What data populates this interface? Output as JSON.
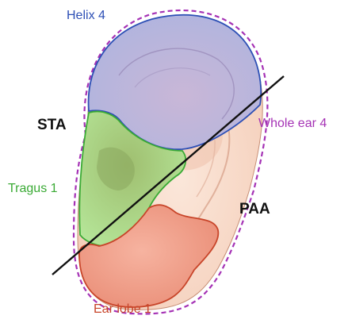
{
  "labels": {
    "helix": "Helix 4",
    "whole_ear": "Whole ear 4",
    "tragus": "Tragus 1",
    "ear_lobe": "Ear lobe 1",
    "sta": "STA",
    "paa": "PAA"
  },
  "colors": {
    "helix": "#2d4fb5",
    "whole_ear": "#a532b5",
    "tragus": "#3aaa35",
    "ear_lobe": "#c8452a",
    "text_dark": "#111111",
    "helix_fill": "#b9bde0",
    "tragus_fill": "#aee08f",
    "earlobe_fill": "#ef9b86",
    "skin_fill": "#f7d9c7"
  }
}
